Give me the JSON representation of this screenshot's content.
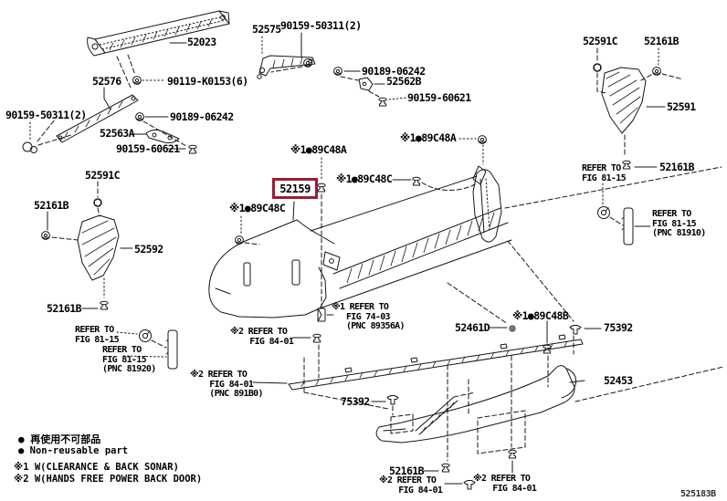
{
  "diagram": {
    "highlighted_part": "52159",
    "highlight_color": "#9e1b32",
    "doc_code": "525183B",
    "callouts": {
      "c52023": "52023",
      "c52576": "52576",
      "c52575": "52575",
      "c90159_50311_top": "90159-50311(2)",
      "c90159_50311_left": "90159-50311(2)",
      "c90119_k0153": "90119-K0153(6)",
      "c90189_06242_left": "90189-06242",
      "c90189_06242_mid": "90189-06242",
      "c52563a": "52563A",
      "c90159_60621_left": "90159-60621",
      "c90159_60621_mid": "90159-60621",
      "c52562b": "52562B",
      "c52591c_top_right": "52591C",
      "c52161b_top_right": "52161B",
      "c52591": "52591",
      "c52161b_right": "52161B",
      "c52591c_left": "52591C",
      "c52161b_left_upper": "52161B",
      "c52592": "52592",
      "c52161b_left_lower": "52161B",
      "c52159": "52159",
      "c89c48a_center": "※1●89C48A",
      "c89c48a_right": "※1●89C48A",
      "c89c48c_center": "※1●89C48C",
      "c89c48c_left": "※1●89C48C",
      "c89c48b": "※1●89C48B",
      "c52461d": "52461D",
      "c75392_right": "75392",
      "c75392_bottom": "75392",
      "c52453": "52453",
      "c52161b_bottom": "52161B"
    },
    "refer_notes": {
      "right_top": "REFER TO\nFIG 81-15",
      "right_pnc": "REFER TO\nFIG 81-15\n(PNC 81910)",
      "left_top": "REFER TO\nFIG 81-15",
      "left_pnc": "REFER TO\nFIG 81-15\n(PNC 81920)",
      "fig74": "※1 REFER TO\n   FIG 74-03\n   (PNC 89356A)",
      "fig84_mid": "※2 REFER TO\n    FIG 84-01",
      "fig84_pnc": "※2 REFER TO\n    FIG 84-01\n    (PNC 891B0)",
      "fig84_bottom_left": "※2 REFER TO\n    FIG 84-01",
      "fig84_bottom_right": "※2 REFER TO\n    FIG 84-01"
    },
    "legend": {
      "non_reusable_jp": "● 再使用不可部品",
      "non_reusable_en": "● Non-reusable part",
      "note1": "※1 W(CLEARANCE & BACK SONAR)",
      "note2": "※2 W(HANDS FREE POWER BACK DOOR)"
    }
  }
}
